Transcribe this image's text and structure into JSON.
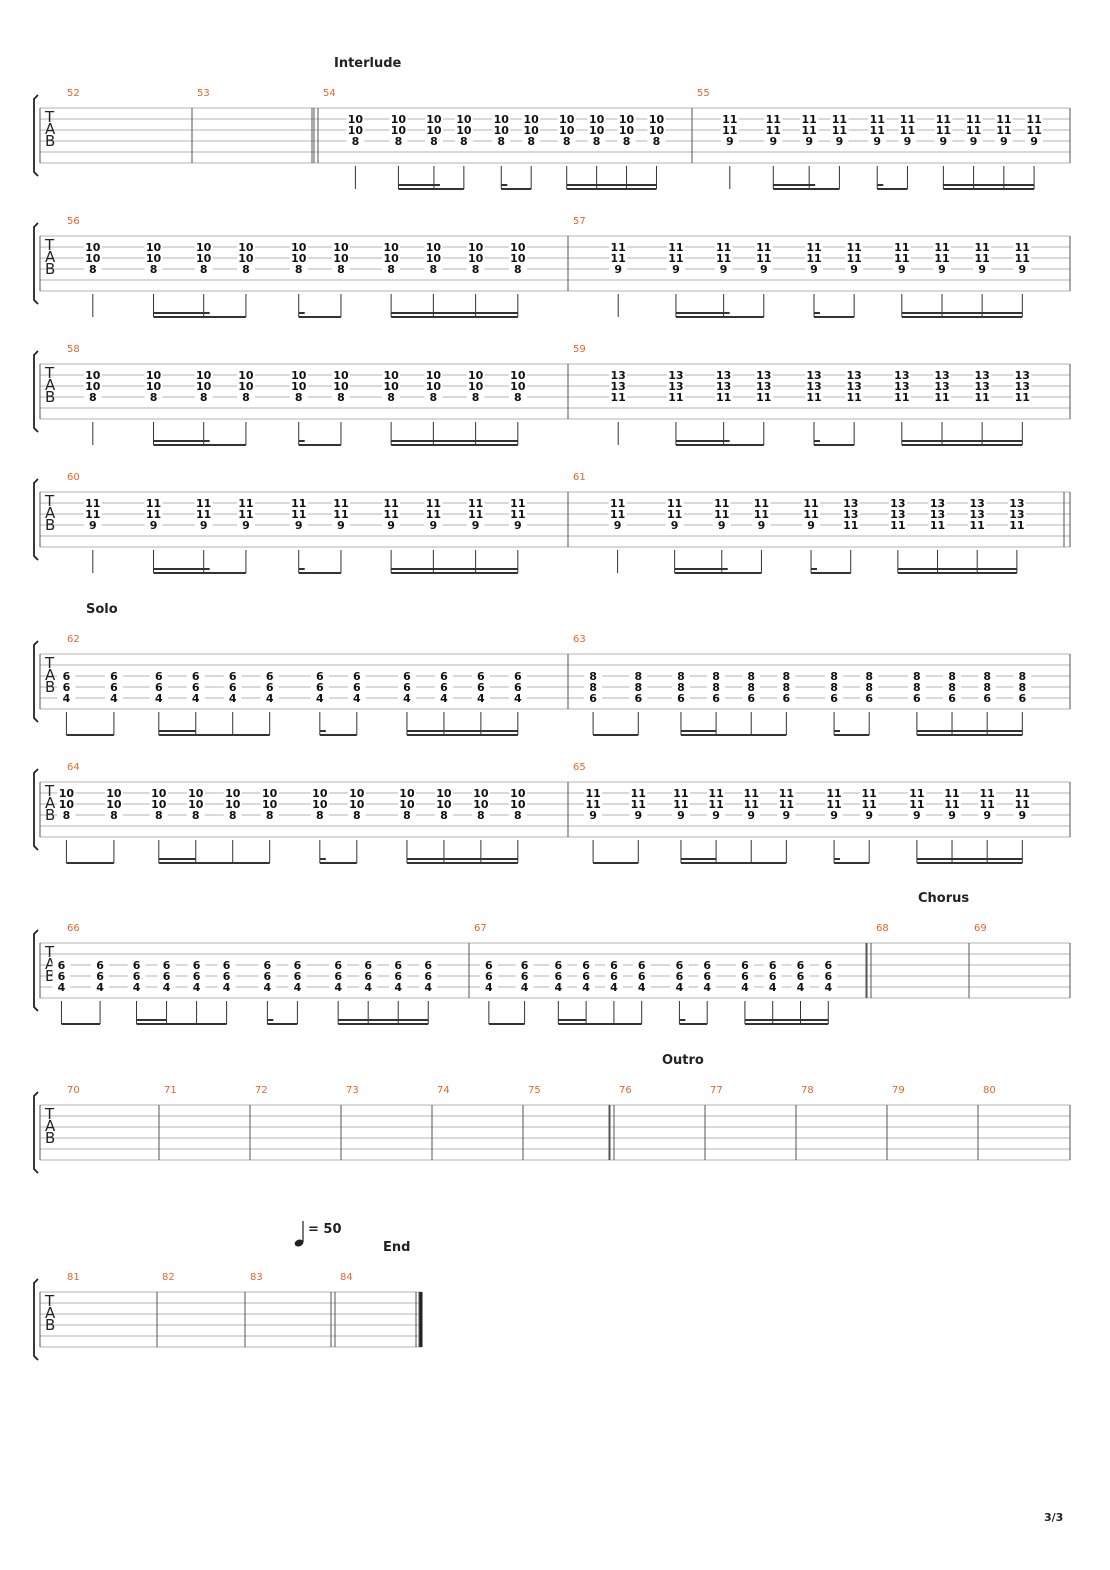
{
  "page_label": "3/3",
  "tab_clef": [
    "T",
    "A",
    "B"
  ],
  "tempo": {
    "icon": "quarter-note-icon",
    "text": "= 50"
  },
  "sections": [
    {
      "label": "Interlude",
      "measure": 54
    },
    {
      "label": "Solo",
      "measure": 62
    },
    {
      "label": "Chorus",
      "measure": 68
    },
    {
      "label": "Outro",
      "measure": 76
    },
    {
      "label": "End",
      "measure": 84
    }
  ],
  "rhythm_pattern": "8th, 16th-16th-8th, dotted-8th-16th, 16th x4",
  "chords": {
    "A": [
      "10",
      "10",
      "8"
    ],
    "B": [
      "11",
      "11",
      "9"
    ],
    "C": [
      "13",
      "13",
      "11"
    ],
    "D": [
      "6",
      "6",
      "4"
    ],
    "E": [
      "8",
      "8",
      "6"
    ]
  },
  "measures": [
    {
      "number": 52,
      "content": "empty"
    },
    {
      "number": 53,
      "content": "empty"
    },
    {
      "number": 54,
      "content": "A x10"
    },
    {
      "number": 55,
      "content": "B x10"
    },
    {
      "number": 56,
      "content": "A x10"
    },
    {
      "number": 57,
      "content": "B x10"
    },
    {
      "number": 58,
      "content": "A x10"
    },
    {
      "number": 59,
      "content": "C x10"
    },
    {
      "number": 60,
      "content": "B x10"
    },
    {
      "number": 61,
      "content": "B x5, C x5"
    },
    {
      "number": 62,
      "content": "D x12"
    },
    {
      "number": 63,
      "content": "E x12"
    },
    {
      "number": 64,
      "content": "A x12"
    },
    {
      "number": 65,
      "content": "B x12"
    },
    {
      "number": 66,
      "content": "D x12"
    },
    {
      "number": 67,
      "content": "D x12"
    },
    {
      "number": 68,
      "content": "empty"
    },
    {
      "number": 69,
      "content": "empty"
    },
    {
      "number": 70,
      "content": "empty"
    },
    {
      "number": 71,
      "content": "empty"
    },
    {
      "number": 72,
      "content": "empty"
    },
    {
      "number": 73,
      "content": "empty"
    },
    {
      "number": 74,
      "content": "empty"
    },
    {
      "number": 75,
      "content": "empty"
    },
    {
      "number": 76,
      "content": "empty"
    },
    {
      "number": 77,
      "content": "empty"
    },
    {
      "number": 78,
      "content": "empty"
    },
    {
      "number": 79,
      "content": "empty"
    },
    {
      "number": 80,
      "content": "empty"
    },
    {
      "number": 81,
      "content": "empty"
    },
    {
      "number": 82,
      "content": "empty"
    },
    {
      "number": 83,
      "content": "empty"
    },
    {
      "number": 84,
      "content": "empty"
    }
  ]
}
